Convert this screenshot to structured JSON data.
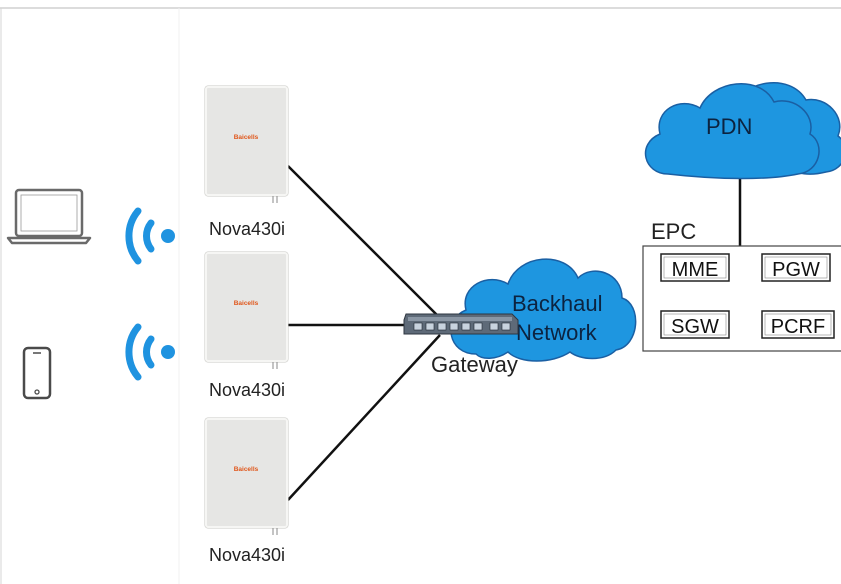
{
  "colors": {
    "cloud_fill": "#1e96e0",
    "cloud_stroke": "#1a5fa3",
    "wifi": "#1f93e0",
    "link": "#111111",
    "device_body": "#e6e6e4",
    "brand_logo": "#e0561a"
  },
  "base_stations": [
    {
      "label": "Nova430i",
      "logo": "Baicells"
    },
    {
      "label": "Nova430i",
      "logo": "Baicells"
    },
    {
      "label": "Nova430i",
      "logo": "Baicells"
    }
  ],
  "clients": [
    {
      "icon": "laptop-icon"
    },
    {
      "icon": "smartphone-icon"
    }
  ],
  "gateway": {
    "label": "Gateway",
    "icon": "switch-icon"
  },
  "backhaul": {
    "line1": "Backhaul",
    "line2": "Network"
  },
  "pdn": {
    "label": "PDN"
  },
  "epc": {
    "label": "EPC",
    "components": [
      "MME",
      "PGW",
      "SGW",
      "PCRF"
    ]
  }
}
